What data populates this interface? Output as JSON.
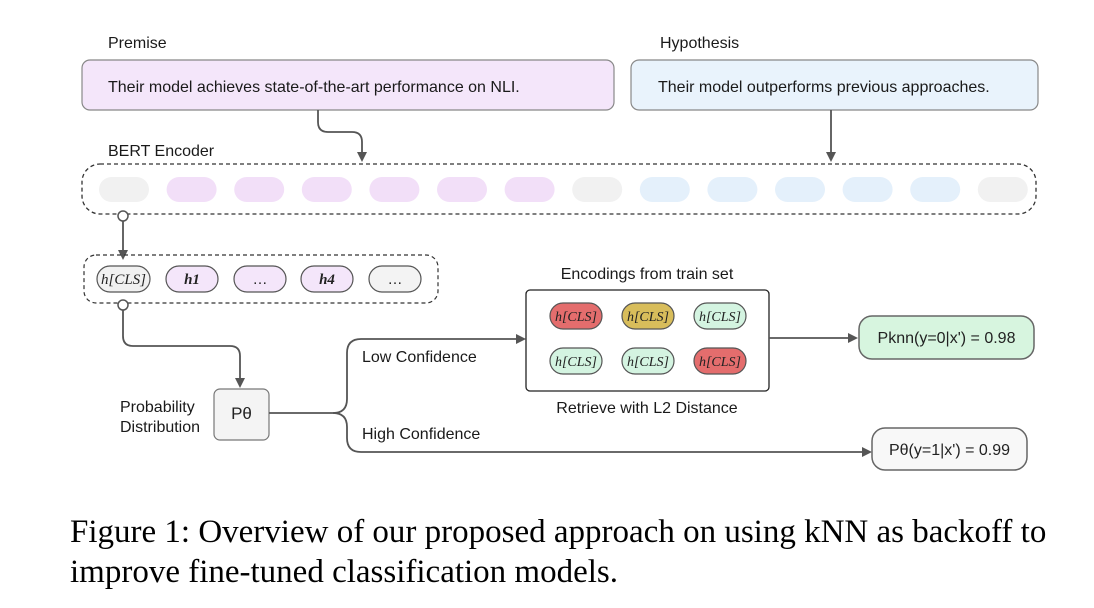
{
  "premise": {
    "label": "Premise",
    "text": "Their model achieves state-of-the-art performance on NLI."
  },
  "hypothesis": {
    "label": "Hypothesis",
    "text": "Their model outperforms previous approaches."
  },
  "encoder": {
    "label": "BERT Encoder"
  },
  "hidden_states": [
    "h[CLS]",
    "h1",
    "…",
    "h4",
    "…"
  ],
  "probability": {
    "label_line1": "Probability",
    "label_line2": "Distribution",
    "symbol": "Pθ"
  },
  "branches": {
    "low": "Low Confidence",
    "high": "High Confidence"
  },
  "train_set": {
    "title": "Encodings from train set",
    "footer": "Retrieve with L2 Distance",
    "token": "h[CLS]"
  },
  "outputs": {
    "knn": "Pknn(y=0|x') = 0.98",
    "model": "Pθ(y=1|x') = 0.99"
  },
  "caption": {
    "label": "Figure 1:",
    "text": "Overview of our proposed approach on using kNN as backoff to improve fine-tuned classification models."
  },
  "colors": {
    "premise_fill": "#f4e6fa",
    "hypothesis_fill": "#e9f3fc",
    "neutral_token": "#f1f1f1",
    "red_token": "#e46d6d",
    "yellow_token": "#d8bd5b",
    "green_token": "#d4f4e1",
    "knn_output_fill": "#d7f5df",
    "arrow": "#555555"
  }
}
